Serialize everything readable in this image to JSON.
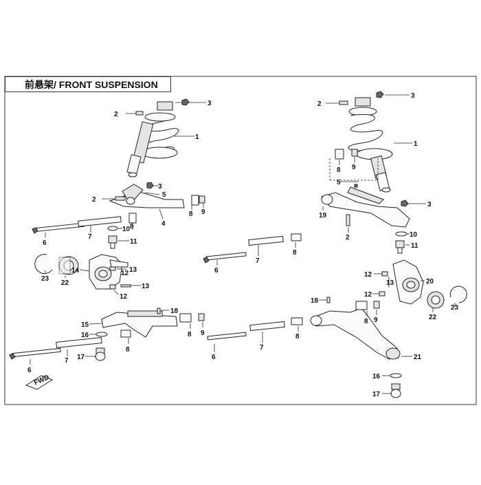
{
  "title": "前悬架/ FRONT SUSPENSION",
  "badge": "FWD",
  "callouts": {
    "l_1": "1",
    "l_2a": "2",
    "l_3a": "3",
    "l_2b": "2",
    "l_3b": "3",
    "l_5": "5",
    "l_4": "4",
    "l_8a": "8",
    "l_9a": "9",
    "l_6a": "6",
    "l_7a": "7",
    "l_10": "10",
    "l_11": "11",
    "l_23": "23",
    "l_22": "22",
    "l_14": "14",
    "l_13a": "13",
    "l_12a": "12",
    "l_13b": "13",
    "l_12b": "12",
    "l_18": "18",
    "l_15": "15",
    "l_16": "16",
    "l_8b": "8",
    "l_9b": "9",
    "l_8c": "8",
    "l_17": "17",
    "l_6b": "6",
    "l_7b": "7",
    "r_2a": "2",
    "r_3a": "3",
    "r_1": "1",
    "r_8a": "8",
    "r_9a": "9",
    "r_5": "5",
    "r_3b": "3",
    "r_19": "19",
    "r_2b": "2",
    "r_10": "10",
    "r_11": "11",
    "r_6a": "6",
    "r_7a": "7",
    "r_8b": "8",
    "r_12a": "12",
    "r_13": "13",
    "r_20": "20",
    "r_12b": "12",
    "r_18": "18",
    "r_8c": "8",
    "r_9b": "9",
    "r_22": "22",
    "r_23": "23",
    "r_6b": "6",
    "r_7b": "7",
    "r_8d": "8",
    "r_21": "21",
    "r_16": "16",
    "r_17": "17"
  }
}
